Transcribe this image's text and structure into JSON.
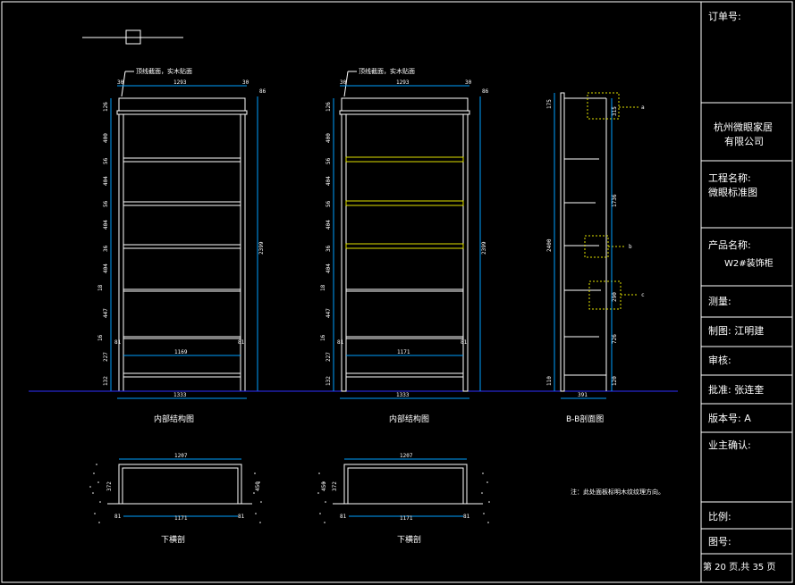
{
  "views": {
    "view1_caption": "内部结构图",
    "view2_caption": "内部结构图",
    "view3_caption": "B-B剖面图",
    "plan1_caption": "下横剖",
    "plan2_caption": "下横剖",
    "note": "注：此处面板标明木纹纹理方向。",
    "leader_note": "顶线截面，实木贴面"
  },
  "dims": {
    "top_side": "30",
    "top_width1": "1293",
    "top_width2": "1293",
    "top_side_r": "30",
    "top_height": "86",
    "total_height": "2399",
    "inner_width1": "1169",
    "inner_width2": "1171",
    "total_width": "1333",
    "side_a": "81",
    "side_b": "81",
    "heights": [
      "126",
      "400",
      "56",
      "404",
      "56",
      "404",
      "36",
      "404",
      "18",
      "447",
      "16",
      "227",
      "132"
    ],
    "sec_top": "175",
    "sec_a": "315",
    "sec_total": "2400",
    "sec_mid": "1736",
    "sec_low": "726",
    "sec_bottom": "110",
    "sec_depth": "391",
    "sec_b": "120",
    "sec_c": "290",
    "plan_width": "1207",
    "plan_inner": "1171",
    "plan_depth": "372",
    "plan_depth2": "450",
    "detail_a": "a",
    "detail_b": "b",
    "detail_c": "c"
  },
  "title_block": {
    "order_no": "订单号:",
    "company": "杭州微眼家居",
    "company2": "有限公司",
    "project_label": "工程名称:",
    "project_value": "微眼标准图",
    "product_label": "产品名称:",
    "product_value": "W2#装饰柜",
    "survey": "测量:",
    "drawn": "制图: 江明建",
    "review": "审核:",
    "approve": "批准: 张连奎",
    "version": "版本号: A",
    "owner": "业主确认:",
    "scale": "比例:",
    "drawing_no": "图号:",
    "page": "第 20 页,共 35 页"
  },
  "colors": {
    "bg": "#000000",
    "line": "#ffffff",
    "dim": "#00a0ff",
    "blue": "#3030ff",
    "yellow": "#e0e000",
    "cyan": "#00e0e0"
  }
}
